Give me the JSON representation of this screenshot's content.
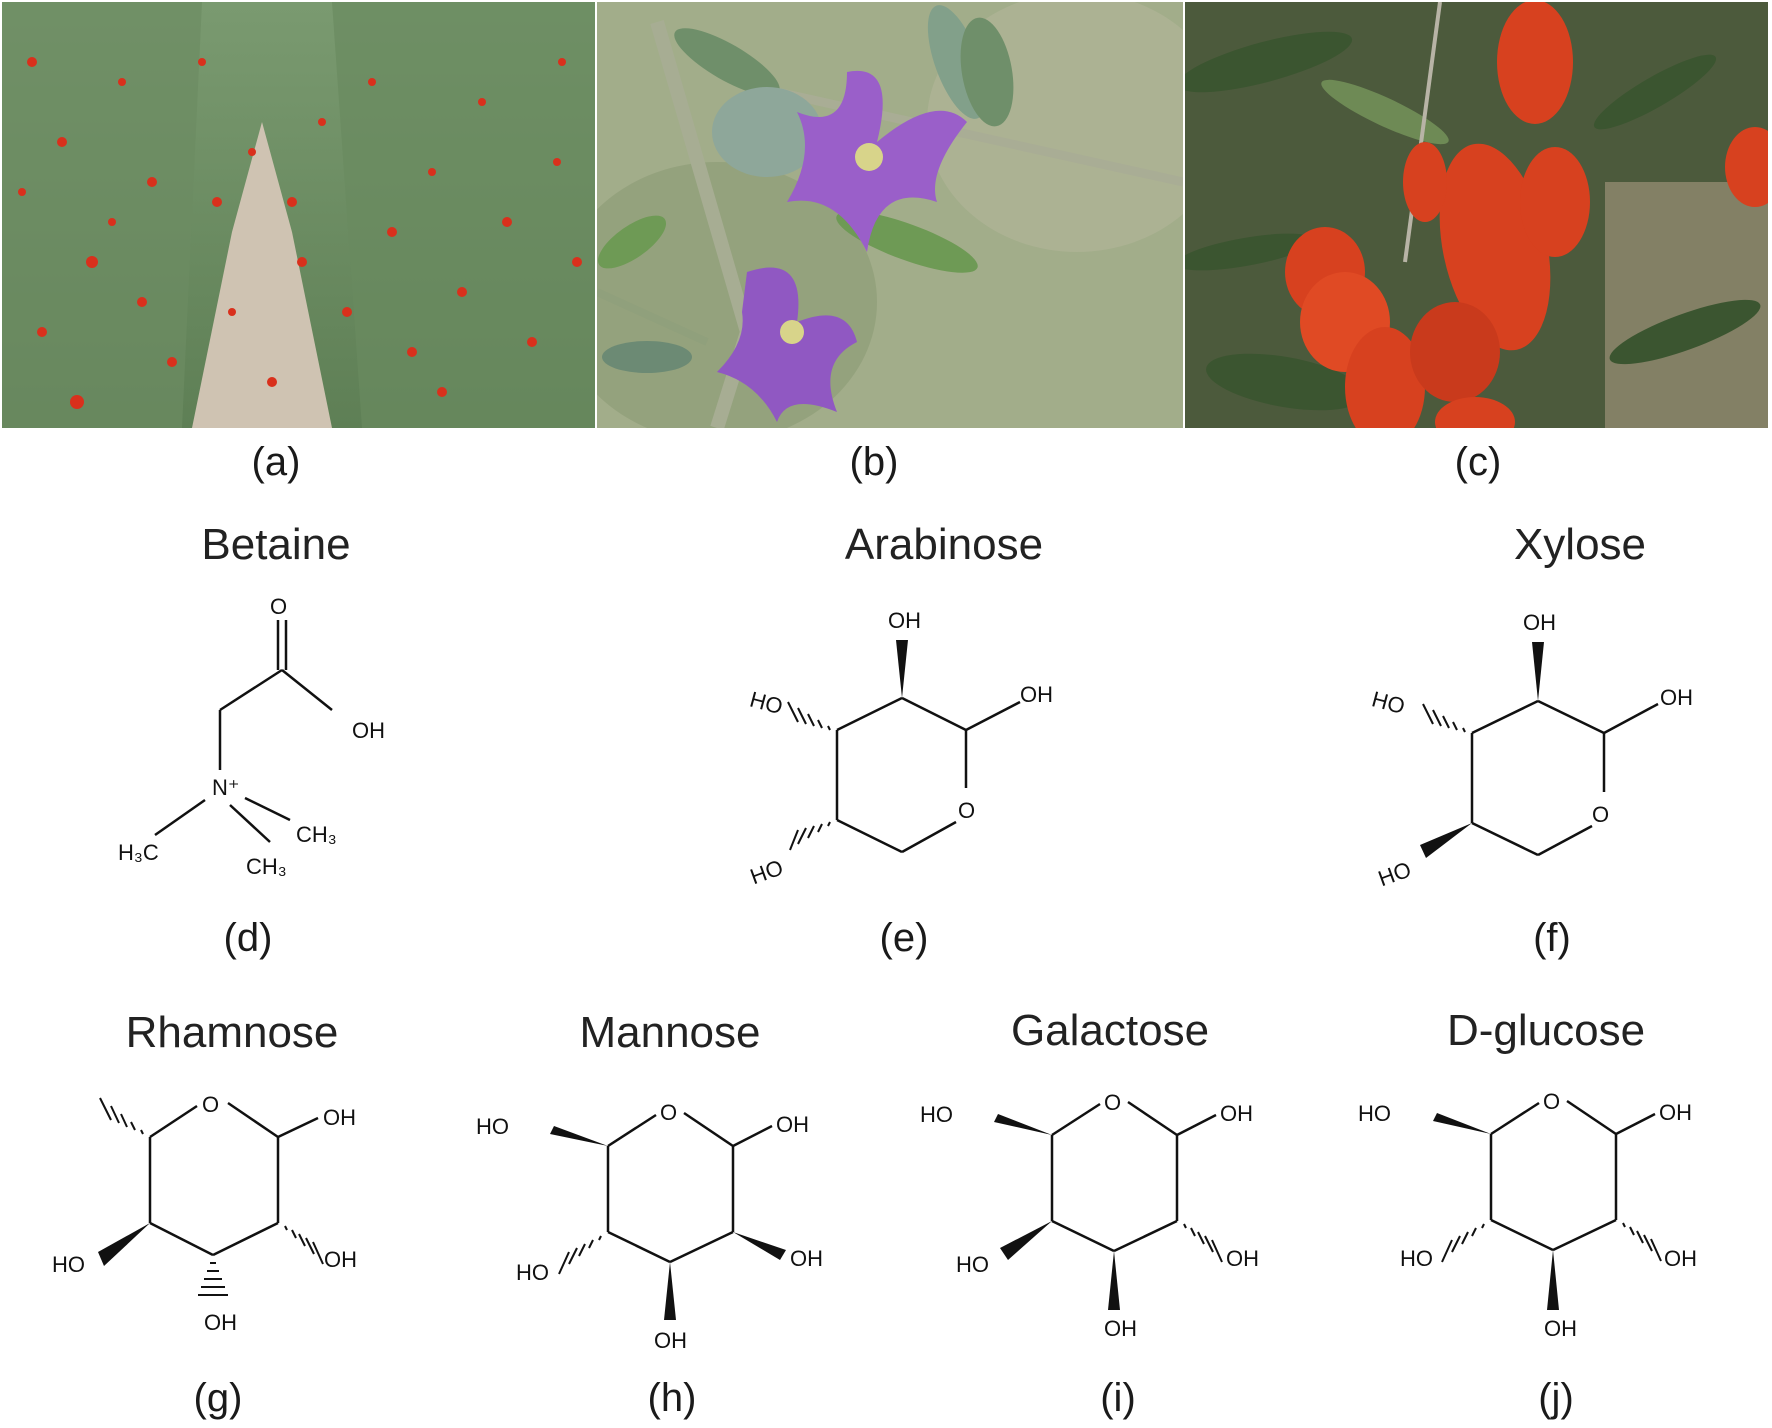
{
  "figure": {
    "photos": [
      {
        "id": "a",
        "label": "(a)",
        "subject": "goji-plantation-rows",
        "colors": {
          "foliage": "#5f8a5a",
          "berries": "#d9301c",
          "soil": "#cfc3b2"
        }
      },
      {
        "id": "b",
        "label": "(b)",
        "subject": "goji-purple-flowers",
        "colors": {
          "background": "#9aa783",
          "petals": "#9a5fc9",
          "leaves": "#6f8f6a"
        }
      },
      {
        "id": "c",
        "label": "(c)",
        "subject": "goji-red-berries",
        "colors": {
          "background": "#4f5a3a",
          "berries": "#d7411f",
          "leaves": "#3f5a35"
        }
      }
    ],
    "molecules": [
      {
        "id": "d",
        "name": "Betaine",
        "label": "(d)",
        "atoms": [
          "O",
          "OH",
          "N⁺",
          "H₃C",
          "CH₃",
          "CH₃"
        ]
      },
      {
        "id": "e",
        "name": "Arabinose",
        "label": "(e)",
        "atoms": [
          "OH",
          "HO",
          "OH",
          "O",
          "HO"
        ]
      },
      {
        "id": "f",
        "name": "Xylose",
        "label": "(f)",
        "atoms": [
          "OH",
          "HO",
          "OH",
          "O",
          "HO"
        ]
      },
      {
        "id": "g",
        "name": "Rhamnose",
        "label": "(g)",
        "atoms": [
          "O",
          "OH",
          "HO",
          "OH",
          "OH"
        ]
      },
      {
        "id": "h",
        "name": "Mannose",
        "label": "(h)",
        "atoms": [
          "HO",
          "O",
          "OH",
          "HO",
          "OH",
          "OH"
        ]
      },
      {
        "id": "i",
        "name": "Galactose",
        "label": "(i)",
        "atoms": [
          "HO",
          "O",
          "OH",
          "HO",
          "OH",
          "OH"
        ]
      },
      {
        "id": "j",
        "name": "D-glucose",
        "label": "(j)",
        "atoms": [
          "HO",
          "O",
          "OH",
          "HO",
          "OH",
          "OH"
        ]
      }
    ]
  }
}
